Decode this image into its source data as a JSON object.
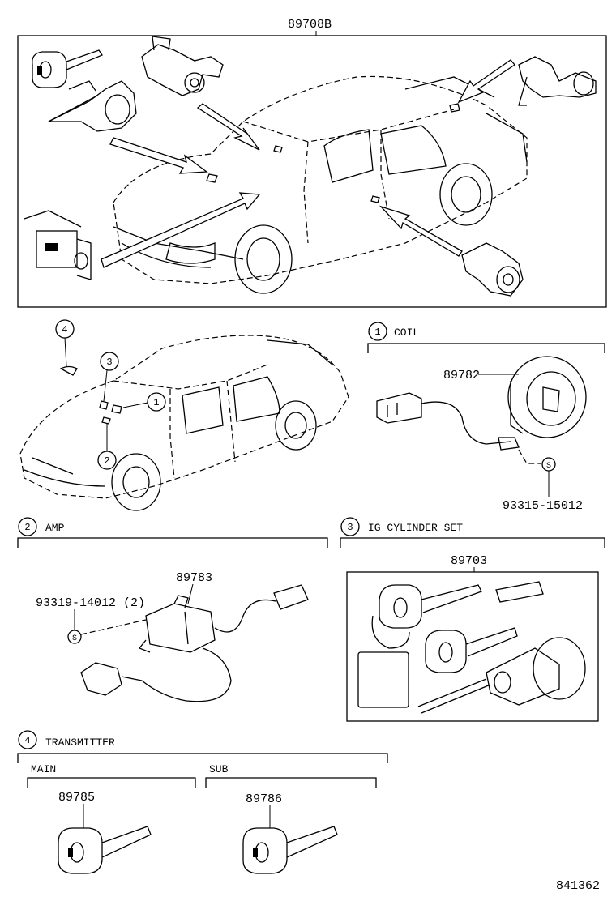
{
  "diagram_ref": "841362",
  "top_assembly": {
    "part_no": "89708B"
  },
  "sections": [
    {
      "num": "1",
      "title": "COIL",
      "parts": [
        {
          "part_no": "89782"
        },
        {
          "part_no": "93315-15012",
          "mark": "S"
        }
      ]
    },
    {
      "num": "2",
      "title": "AMP",
      "parts": [
        {
          "part_no": "89783"
        },
        {
          "part_no": "93319-14012 (2)",
          "mark": "S"
        }
      ]
    },
    {
      "num": "3",
      "title": "IG CYLINDER SET",
      "parts": [
        {
          "part_no": "89703"
        }
      ]
    },
    {
      "num": "4",
      "title": "TRANSMITTER",
      "subgroups": [
        {
          "title": "MAIN",
          "part_no": "89785"
        },
        {
          "title": "SUB",
          "part_no": "89786"
        }
      ]
    }
  ],
  "car_callouts": [
    "4",
    "3",
    "1",
    "2"
  ]
}
